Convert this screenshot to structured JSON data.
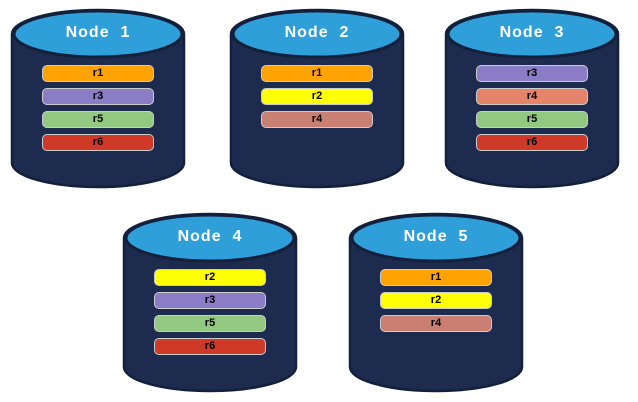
{
  "colors": {
    "background": "#ffffff",
    "cylinder_body": "#1C2B4E",
    "cylinder_outline": "#13203C",
    "cylinder_top": "#2E9FD9",
    "bar_border": "#cccccc",
    "bar_text": "#000000",
    "title_text": "#ffffff"
  },
  "nodes": [
    {
      "label": "Node  1",
      "replicas": [
        {
          "id": "r1",
          "color": "#FFA203"
        },
        {
          "id": "r3",
          "color": "#8A7CC5"
        },
        {
          "id": "r5",
          "color": "#92C87F"
        },
        {
          "id": "r6",
          "color": "#CF3A28"
        }
      ]
    },
    {
      "label": "Node  2",
      "replicas": [
        {
          "id": "r1",
          "color": "#FFA203"
        },
        {
          "id": "r2",
          "color": "#FFFF05"
        },
        {
          "id": "r4",
          "color": "#C97F72"
        }
      ]
    },
    {
      "label": "Node  3",
      "replicas": [
        {
          "id": "r3",
          "color": "#8A7CC5"
        },
        {
          "id": "r4",
          "color": "#E5836B"
        },
        {
          "id": "r5",
          "color": "#92C87F"
        },
        {
          "id": "r6",
          "color": "#CF3A28"
        }
      ]
    },
    {
      "label": "Node  4",
      "replicas": [
        {
          "id": "r2",
          "color": "#FFFF05"
        },
        {
          "id": "r3",
          "color": "#8A7CC5"
        },
        {
          "id": "r5",
          "color": "#92C87F"
        },
        {
          "id": "r6",
          "color": "#CF3A28"
        }
      ]
    },
    {
      "label": "Node  5",
      "replicas": [
        {
          "id": "r1",
          "color": "#FFA203"
        },
        {
          "id": "r2",
          "color": "#FFFF05"
        },
        {
          "id": "r4",
          "color": "#C97F72"
        }
      ]
    }
  ]
}
